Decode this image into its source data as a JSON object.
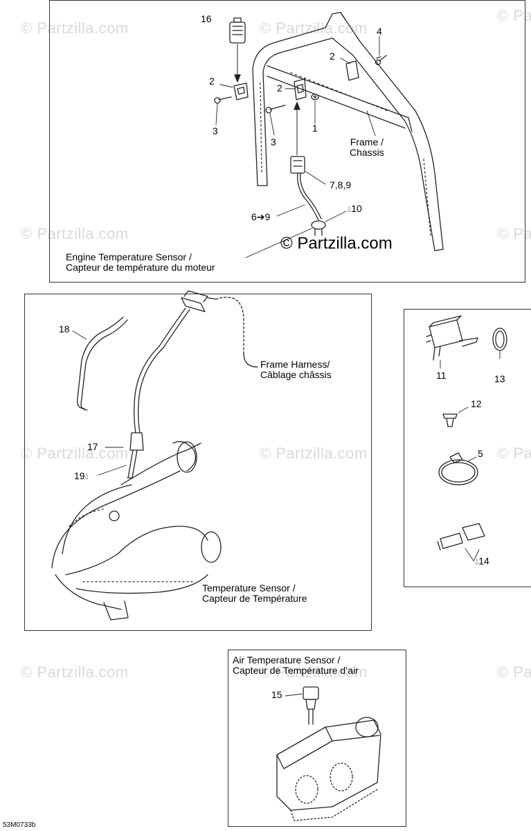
{
  "watermark": "© Partzilla.com",
  "brand": "© Partzilla.com",
  "diagram_code": "53M0733b",
  "panels": {
    "engine_temp": {
      "callouts": [
        "16",
        "4",
        "2",
        "2",
        "2",
        "3",
        "3",
        "1",
        "7,8,9",
        "6➔9",
        "10"
      ],
      "frame_label": [
        "Frame /",
        "Chassis"
      ],
      "title": [
        "Engine Temperature Sensor /",
        "Capteur de température du moteur"
      ]
    },
    "exhaust_temp": {
      "callouts": [
        "18",
        "17",
        "19"
      ],
      "harness_label": [
        "Frame Harness/",
        "Câblage châssis"
      ],
      "title": [
        "Temperature Sensor /",
        "Capteur de Température"
      ]
    },
    "misc_parts": {
      "callouts": [
        "11",
        "13",
        "12",
        "5",
        "14"
      ]
    },
    "air_temp": {
      "title": [
        "Air Temperature Sensor /",
        "Capteur de Température d’air"
      ],
      "callouts": [
        "15"
      ]
    }
  },
  "icons": {
    "drop": "drop-icon",
    "arrow": "arrow-right-icon"
  },
  "colors": {
    "line": "#222222",
    "panel_border": "#333333",
    "watermark": "#d9d9d9"
  }
}
